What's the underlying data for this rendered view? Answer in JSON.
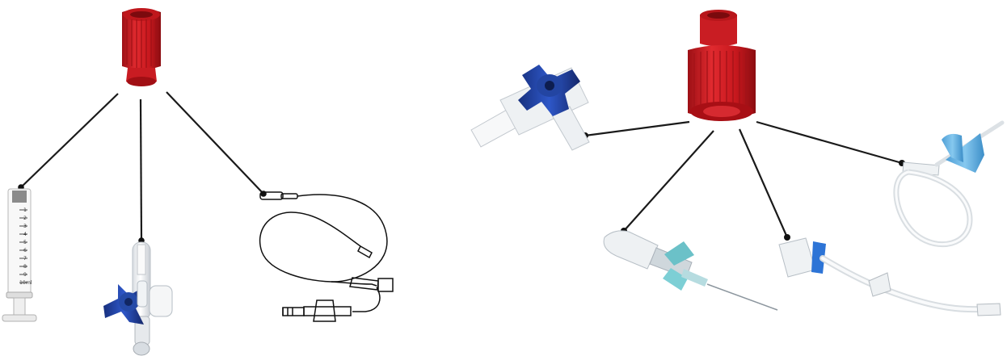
{
  "image": {
    "background": "#ffffff",
    "panels": [
      {
        "hub": {
          "name": "red luer cap",
          "color": "#d71f26"
        },
        "devices": [
          {
            "name": "syringe",
            "syringe_scale": [
              "1",
              "2",
              "3",
              "4",
              "5",
              "6",
              "7",
              "8",
              "9",
              "10ml"
            ]
          },
          {
            "name": "blue three-way stopcock"
          },
          {
            "name": "infusion set line drawing"
          }
        ]
      },
      {
        "hub": {
          "name": "red luer cap",
          "color": "#d71f26"
        },
        "devices": [
          {
            "name": "blue three-way stopcock"
          },
          {
            "name": "IV cannula"
          },
          {
            "name": "extension tubing with clamp"
          },
          {
            "name": "butterfly needle set"
          }
        ]
      }
    ]
  }
}
